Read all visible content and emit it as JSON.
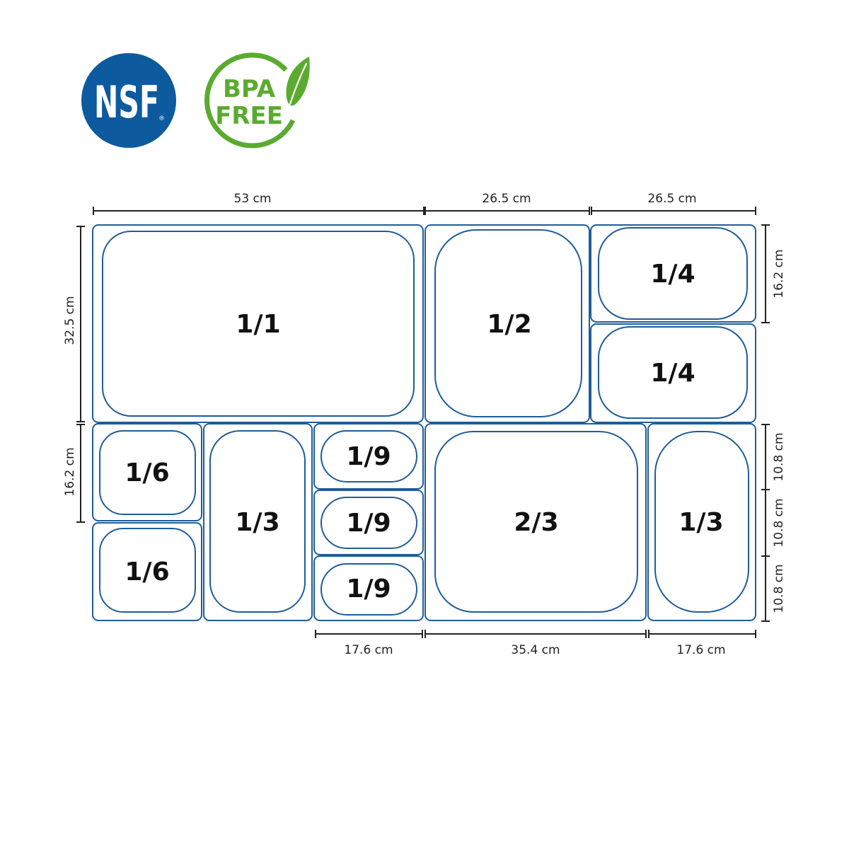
{
  "colors": {
    "outline": "#1f5d99",
    "nsf_blue": "#0d5a9e",
    "bpa_green": "#5aab2f",
    "dimension_line": "#222222"
  },
  "badges": {
    "nsf": {
      "text": "NSF",
      "registered": "®"
    },
    "bpa": {
      "line1": "BPA",
      "line2": "FREE",
      "icon": "leaf-icon"
    }
  },
  "pans": {
    "full": "1/1",
    "half": "1/2",
    "quarter_top": "1/4",
    "quarter_bottom": "1/4",
    "sixth_top": "1/6",
    "sixth_bottom": "1/6",
    "third_left": "1/3",
    "ninth_top": "1/9",
    "ninth_middle": "1/9",
    "ninth_bottom": "1/9",
    "two_thirds": "2/3",
    "third_right": "1/3"
  },
  "dimensions": {
    "top_width_full": "53 cm",
    "top_width_half": "26.5 cm",
    "top_width_quarter": "26.5 cm",
    "left_height_full": "32.5 cm",
    "left_height_sixth": "16.2 cm",
    "right_height_quarter": "16.2 cm",
    "right_height_ninth_1": "10.8 cm",
    "right_height_ninth_2": "10.8 cm",
    "right_height_ninth_3": "10.8 cm",
    "bottom_width_ninth": "17.6 cm",
    "bottom_width_two_thirds": "35.4 cm",
    "bottom_width_third": "17.6 cm"
  }
}
